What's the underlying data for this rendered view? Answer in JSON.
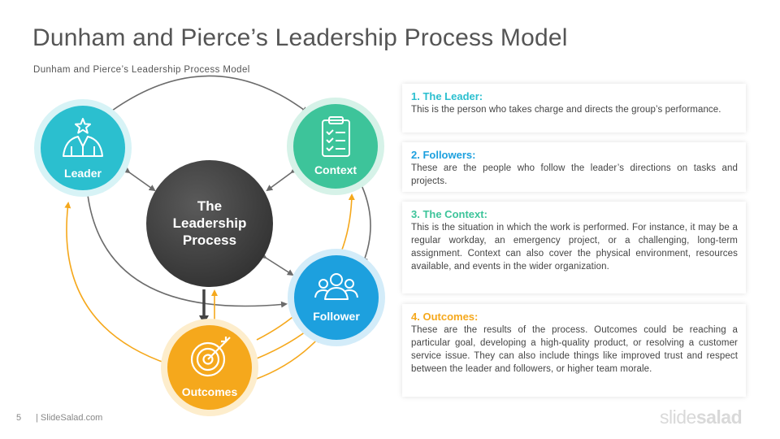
{
  "title": "Dunham and Pierce’s Leadership Process Model",
  "subtitle": "Dunham and Pierce’s Leadership Process Model",
  "diagram": {
    "center": {
      "line1": "The",
      "line2": "Leadership",
      "line3": "Process"
    },
    "nodes": {
      "leader": {
        "label": "Leader",
        "color": "#2BBFCF"
      },
      "context": {
        "label": "Context",
        "color": "#3DC49A"
      },
      "follower": {
        "label": "Follower",
        "color": "#1DA0DE"
      },
      "outcomes": {
        "label": "Outcomes",
        "color": "#F5A81C"
      }
    }
  },
  "cards": [
    {
      "heading": "1. The Leader:",
      "color": "#2BBFCF",
      "text": "This is the person who takes charge and directs the group’s performance."
    },
    {
      "heading": "2. Followers:",
      "color": "#1DA0DE",
      "text": "These are the people who follow the leader’s directions on tasks and projects."
    },
    {
      "heading": "3. The Context:",
      "color": "#3DC49A",
      "text": "This is the situation in which the work is performed. For instance, it may be a regular workday, an emergency project, or a challenging, long-term assignment. Context can also cover the physical environment, resources available, and events in the wider organization."
    },
    {
      "heading": "4. Outcomes:",
      "color": "#F5A81C",
      "text": "These are the results of the process. Outcomes could be reaching a particular goal, developing a high-quality product, or resolving a customer service issue. They can also include things like improved trust and respect between the leader and followers, or higher team morale."
    }
  ],
  "footer": {
    "page": "5",
    "brand": "| SlideSalad.com"
  },
  "logo": {
    "part1": "slide",
    "part2": "salad"
  }
}
